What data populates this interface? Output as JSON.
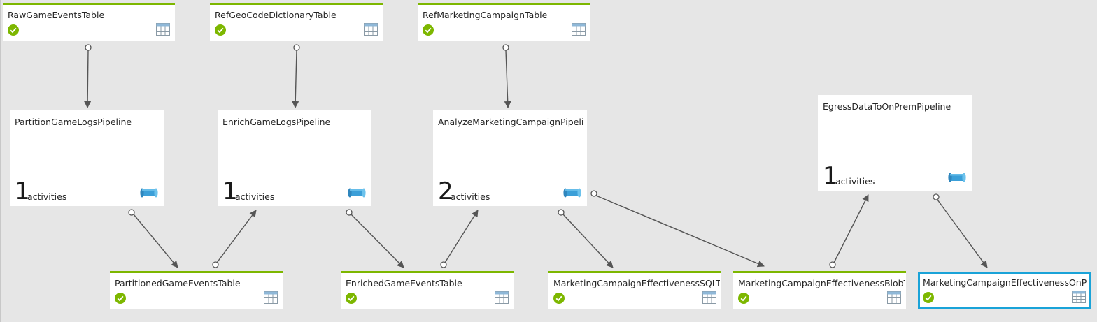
{
  "datasets": {
    "raw_game_events": "RawGameEventsTable",
    "ref_geo_code": "RefGeoCodeDictionaryTable",
    "ref_marketing_campaign": "RefMarketingCampaignTable",
    "partitioned_game_events": "PartitionedGameEventsTable",
    "enriched_game_events": "EnrichedGameEventsTable",
    "effectiveness_sql": "MarketingCampaignEffectivenessSQLTable",
    "effectiveness_blob": "MarketingCampaignEffectivenessBlobTable",
    "effectiveness_onprem": "MarketingCampaignEffectivenessOnPremTable"
  },
  "pipelines": {
    "partition": {
      "name": "PartitionGameLogsPipeline",
      "count": "1",
      "label": "activities"
    },
    "enrich": {
      "name": "EnrichGameLogsPipeline",
      "count": "1",
      "label": "activities"
    },
    "analyze": {
      "name": "AnalyzeMarketingCampaignPipeli...",
      "count": "2",
      "label": "activities"
    },
    "egress": {
      "name": "EgressDataToOnPremPipeline",
      "count": "1",
      "label": "activities"
    }
  },
  "status": "succeeded",
  "selected_dataset": "MarketingCampaignEffectivenessOnPremTable",
  "colors": {
    "canvas": "#e6e6e6",
    "ready_border": "#7db700",
    "check_green": "#7db700",
    "selection_border": "#1aa3d8",
    "pipeline_icon": "#3b9fd8",
    "connector": "#555555"
  },
  "icons": [
    "check-icon",
    "table-icon",
    "pipeline-icon",
    "arrow-head"
  ]
}
